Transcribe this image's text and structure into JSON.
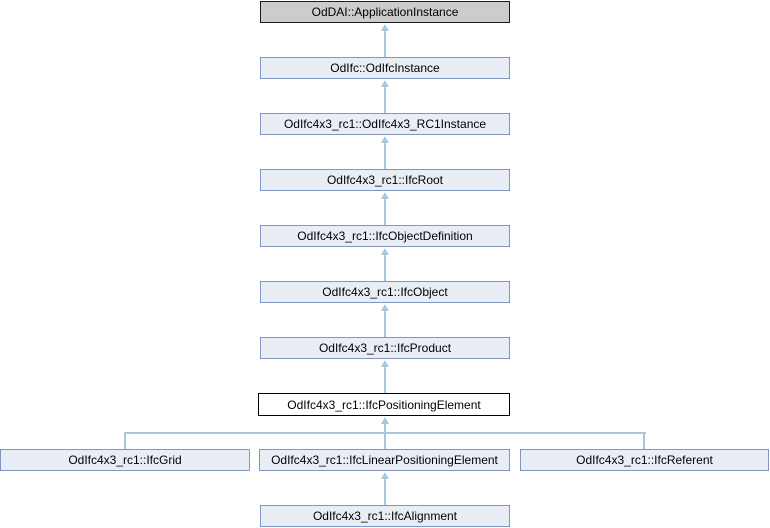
{
  "diagram": {
    "type": "class-inheritance-graph",
    "colors": {
      "node_fill": "#e9edf6",
      "node_border": "#8296c3",
      "external_fill": "#cccccc",
      "external_border": "#1c1c1c",
      "current_fill": "#ffffff",
      "current_border": "#000000",
      "edge": "#a5c8e1",
      "text": "#000000",
      "background": "#ffffff"
    },
    "nodes": [
      {
        "label": "OdDAI::ApplicationInstance",
        "style": "external"
      },
      {
        "label": "OdIfc::OdIfcInstance",
        "style": "normal"
      },
      {
        "label": "OdIfc4x3_rc1::OdIfc4x3_RC1Instance",
        "style": "normal"
      },
      {
        "label": "OdIfc4x3_rc1::IfcRoot",
        "style": "normal"
      },
      {
        "label": "OdIfc4x3_rc1::IfcObjectDefinition",
        "style": "normal"
      },
      {
        "label": "OdIfc4x3_rc1::IfcObject",
        "style": "normal"
      },
      {
        "label": "OdIfc4x3_rc1::IfcProduct",
        "style": "normal"
      },
      {
        "label": "OdIfc4x3_rc1::IfcPositioningElement",
        "style": "current"
      },
      {
        "label": "OdIfc4x3_rc1::IfcGrid",
        "style": "normal"
      },
      {
        "label": "OdIfc4x3_rc1::IfcLinearPositioningElement",
        "style": "normal"
      },
      {
        "label": "OdIfc4x3_rc1::IfcReferent",
        "style": "normal"
      },
      {
        "label": "OdIfc4x3_rc1::IfcAlignment",
        "style": "normal"
      }
    ],
    "edges": [
      {
        "derived": "OdIfc::OdIfcInstance",
        "base": "OdDAI::ApplicationInstance"
      },
      {
        "derived": "OdIfc4x3_rc1::OdIfc4x3_RC1Instance",
        "base": "OdIfc::OdIfcInstance"
      },
      {
        "derived": "OdIfc4x3_rc1::IfcRoot",
        "base": "OdIfc4x3_rc1::OdIfc4x3_RC1Instance"
      },
      {
        "derived": "OdIfc4x3_rc1::IfcObjectDefinition",
        "base": "OdIfc4x3_rc1::IfcRoot"
      },
      {
        "derived": "OdIfc4x3_rc1::IfcObject",
        "base": "OdIfc4x3_rc1::IfcObjectDefinition"
      },
      {
        "derived": "OdIfc4x3_rc1::IfcProduct",
        "base": "OdIfc4x3_rc1::IfcObject"
      },
      {
        "derived": "OdIfc4x3_rc1::IfcPositioningElement",
        "base": "OdIfc4x3_rc1::IfcProduct"
      },
      {
        "derived": "OdIfc4x3_rc1::IfcGrid",
        "base": "OdIfc4x3_rc1::IfcPositioningElement"
      },
      {
        "derived": "OdIfc4x3_rc1::IfcLinearPositioningElement",
        "base": "OdIfc4x3_rc1::IfcPositioningElement"
      },
      {
        "derived": "OdIfc4x3_rc1::IfcReferent",
        "base": "OdIfc4x3_rc1::IfcPositioningElement"
      },
      {
        "derived": "OdIfc4x3_rc1::IfcAlignment",
        "base": "OdIfc4x3_rc1::IfcLinearPositioningElement"
      }
    ]
  }
}
